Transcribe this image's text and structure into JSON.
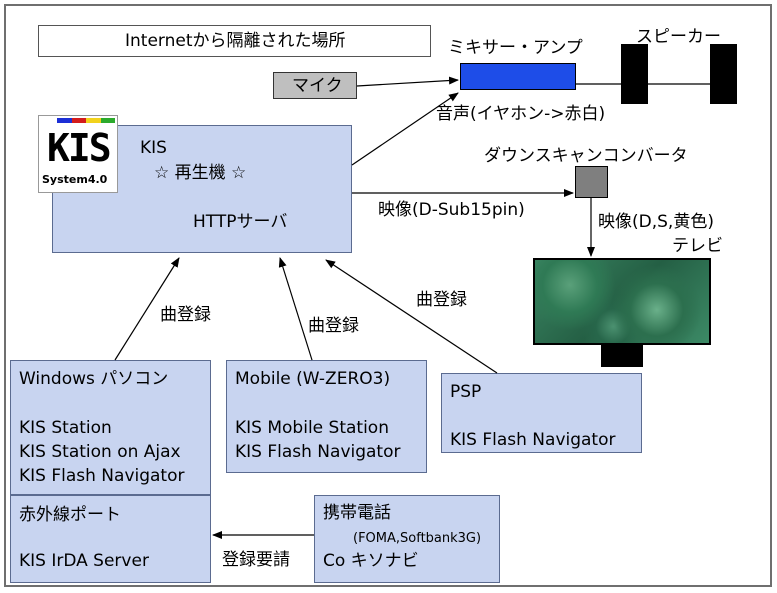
{
  "title": "Internetから隔離された場所",
  "devices": {
    "mic": "マイク",
    "mixer": "ミキサー・アンプ",
    "speaker": "スピーカー",
    "audio_out": "音声(イヤホン->赤白)",
    "down_converter": "ダウンスキャンコンバータ",
    "video_dsub": "映像(D-Sub15pin)",
    "video_dsy": "映像(D,S,黄色)",
    "tv": "テレビ"
  },
  "kis": {
    "logo_text": "KIS",
    "logo_sub": "System4.0",
    "name": "KIS",
    "subtitle": "☆ 再生機 ☆",
    "server": "HTTPサーバ"
  },
  "arrow_labels": {
    "reg1": "曲登録",
    "reg2": "曲登録",
    "reg3": "曲登録",
    "register_request": "登録要請"
  },
  "clients": {
    "windows": {
      "title": "Windows パソコン",
      "items": [
        "KIS Station",
        "KIS Station on Ajax",
        "KIS Flash Navigator"
      ]
    },
    "mobile": {
      "title": "Mobile  (W-ZERO3)",
      "items": [
        "KIS Mobile Station",
        "KIS Flash Navigator"
      ]
    },
    "psp": {
      "title": "PSP",
      "items": [
        "KIS Flash Navigator"
      ]
    },
    "irda": {
      "title": "赤外線ポート",
      "items": [
        "KIS IrDA Server"
      ]
    },
    "phone": {
      "title": "携帯電話",
      "note": "(FOMA,Softbank3G)",
      "app": "Co キソナビ"
    }
  },
  "colors": {
    "box_fill": "#c8d4f0",
    "mixer_fill": "#1e4de8",
    "mic_fill": "#bfbfbf",
    "converter_fill": "#7f7f7f",
    "tv_screen": "#2f7a55"
  }
}
